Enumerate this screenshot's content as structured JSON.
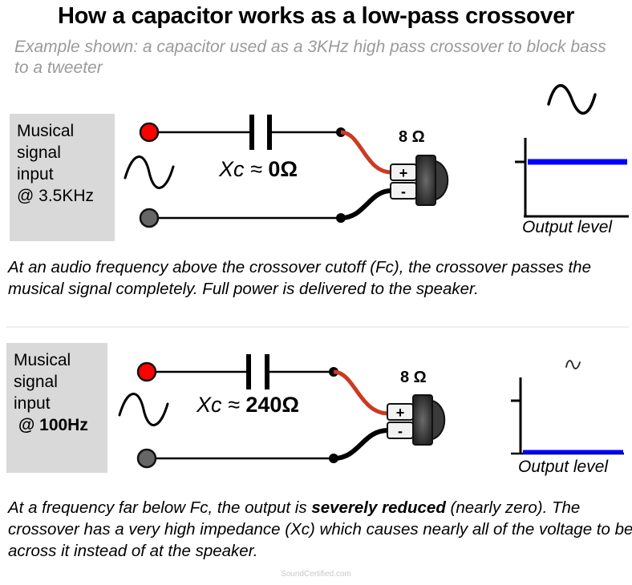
{
  "title": "How a capacitor works as a low-pass crossover",
  "subtitle": "Example shown: a capacitor used as a 3KHz high pass crossover to block bass to a tweeter",
  "colors": {
    "positive_terminal": "#ff0000",
    "negative_terminal": "#666666",
    "positive_wire": "#cc3a22",
    "output_level_bar": "#0000ff",
    "input_box_bg": "#d9d9d9",
    "subtitle": "#9a9a9a"
  },
  "panels": [
    {
      "input_label_lines": [
        "Musical",
        "signal",
        "input",
        "@ 3.5KHz"
      ],
      "reactance_label": "Xc ≈",
      "reactance_value": "0Ω",
      "speaker_impedance": "8 Ω",
      "terminal_plus": "+",
      "terminal_minus": "-",
      "output_label": "Output level",
      "output_level_fraction": 1.0,
      "output_wave_scale": "full",
      "caption": "At an audio frequency above the crossover cutoff (Fc), the crossover passes the musical signal completely. Full power is delivered to the speaker."
    },
    {
      "input_label_lines": [
        "Musical",
        "signal",
        "input",
        " @ 100Hz"
      ],
      "reactance_label": "Xc ≈",
      "reactance_value": "240Ω",
      "speaker_impedance": "8 Ω",
      "terminal_plus": "+",
      "terminal_minus": "-",
      "output_label": "Output level",
      "output_level_fraction": 0.0,
      "output_wave_scale": "tiny",
      "caption_pre": "At a frequency far below Fc, the output is ",
      "caption_bold": "severely reduced",
      "caption_post": " (nearly zero). The crossover has a very high impedance (Xc) which causes nearly all of the voltage to be across it instead of at the speaker."
    }
  ],
  "footer": "SoundCertified.com"
}
